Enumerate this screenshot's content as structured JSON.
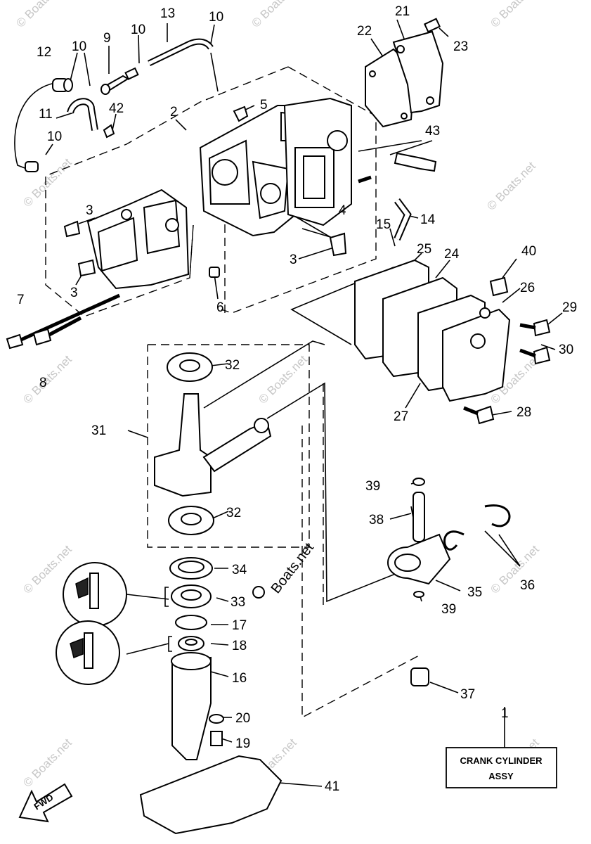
{
  "watermark": "© Boats.net",
  "watermark_center": "Boats.net",
  "assembly_box": {
    "line1": "CRANK CYLINDER",
    "line2": "ASSY"
  },
  "direction_arrow": "FWD",
  "callouts": [
    "1",
    "2",
    "3",
    "3",
    "3",
    "4",
    "5",
    "6",
    "7",
    "8",
    "9",
    "10",
    "10",
    "10",
    "10",
    "11",
    "12",
    "13",
    "14",
    "15",
    "16",
    "17",
    "18",
    "19",
    "20",
    "21",
    "22",
    "23",
    "24",
    "25",
    "26",
    "27",
    "28",
    "29",
    "30",
    "31",
    "32",
    "32",
    "33",
    "34",
    "35",
    "36",
    "37",
    "38",
    "39",
    "39",
    "40",
    "41",
    "42",
    "43"
  ]
}
